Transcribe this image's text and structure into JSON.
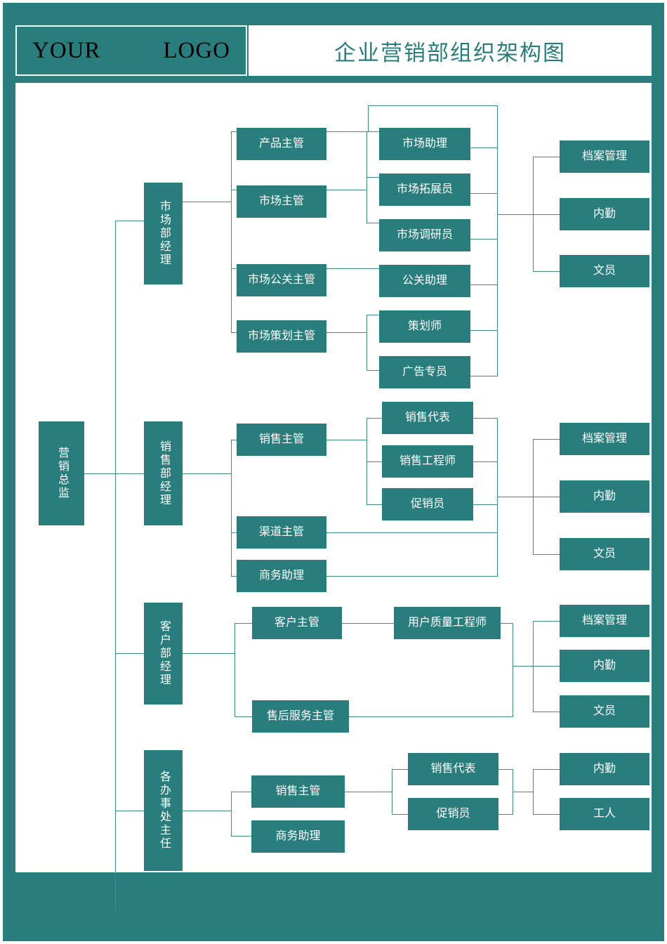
{
  "header": {
    "logo_left": "YOUR",
    "logo_right": "LOGO",
    "title": "企业营销部组织架构图",
    "accent_color": "#2a7d7d",
    "line_color": "#3f8c8c",
    "node_text_color": "#ffffff",
    "logo_text_color": "#000000",
    "background": "#ffffff"
  },
  "chart_data": {
    "type": "diagram",
    "title": "企业营销部组织架构图",
    "orientation": "left-to-right",
    "root": "营销总监",
    "levels": 4,
    "nodes": {
      "root": "营销总监",
      "market_manager": "市场部经理",
      "product_supervisor": "产品主管",
      "market_supervisor": "市场主管",
      "pr_supervisor": "市场公关主管",
      "planning_supervisor": "市场策划主管",
      "market_assistant": "市场助理",
      "market_developer": "市场拓展员",
      "market_researcher": "市场调研员",
      "pr_assistant": "公关助理",
      "planner": "策划师",
      "ad_specialist": "广告专员",
      "market_file_admin": "档案管理",
      "market_office_clerk": "内勤",
      "market_clerk": "文员",
      "sales_manager": "销售部经理",
      "sales_supervisor": "销售主管",
      "channel_supervisor": "渠道主管",
      "business_assistant": "商务助理",
      "sales_rep": "销售代表",
      "sales_engineer": "销售工程师",
      "promoter": "促销员",
      "sales_file_admin": "档案管理",
      "sales_office_clerk": "内勤",
      "sales_clerk": "文员",
      "customer_manager": "客户部经理",
      "customer_supervisor": "客户主管",
      "aftersales_supervisor": "售后服务主管",
      "quality_engineer": "用户质量工程师",
      "customer_file_admin": "档案管理",
      "customer_office_clerk": "内勤",
      "customer_clerk": "文员",
      "office_director": "各办事处主任",
      "office_sales_supervisor": "销售主管",
      "office_business_assistant": "商务助理",
      "office_sales_rep": "销售代表",
      "office_promoter": "促销员",
      "office_inner_clerk": "内勤",
      "office_worker": "工人"
    },
    "branches": [
      {
        "department": "市场部经理",
        "supervisors": [
          "产品主管",
          "市场主管",
          "市场公关主管",
          "市场策划主管"
        ],
        "staff": [
          "市场助理",
          "市场拓展员",
          "市场调研员",
          "公关助理",
          "策划师",
          "广告专员"
        ],
        "support": [
          "档案管理",
          "内勤",
          "文员"
        ]
      },
      {
        "department": "销售部经理",
        "supervisors": [
          "销售主管",
          "渠道主管",
          "商务助理"
        ],
        "staff": [
          "销售代表",
          "销售工程师",
          "促销员"
        ],
        "support": [
          "档案管理",
          "内勤",
          "文员"
        ]
      },
      {
        "department": "客户部经理",
        "supervisors": [
          "客户主管",
          "售后服务主管"
        ],
        "staff": [
          "用户质量工程师"
        ],
        "support": [
          "档案管理",
          "内勤",
          "文员"
        ]
      },
      {
        "department": "各办事处主任",
        "supervisors": [
          "销售主管",
          "商务助理"
        ],
        "staff": [
          "销售代表",
          "促销员"
        ],
        "support": [
          "内勤",
          "工人"
        ]
      }
    ]
  }
}
